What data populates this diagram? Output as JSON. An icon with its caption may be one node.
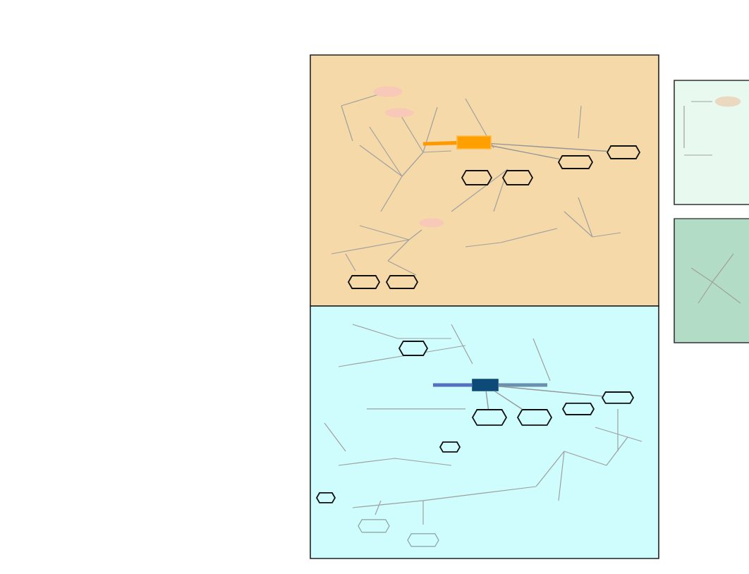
{
  "diagram": {
    "nodes": [
      {
        "text": [],
        "shape": "box"
      },
      {
        "text": [],
        "shape": "box"
      },
      {
        "text": [],
        "shape": "box"
      },
      {
        "text": [],
        "shape": "box"
      },
      {
        "text": [],
        "shape": "box",
        "in": 0
      },
      {
        "text": [],
        "shape": "ellipse",
        "in": 0
      },
      {
        "text": [],
        "shape": "ellipse",
        "in": 0
      },
      {
        "text": [],
        "shape": "ellipse",
        "in": 0
      },
      {
        "text": [],
        "shape": "hexagon",
        "in": 0
      },
      {
        "text": [],
        "shape": "hexagon",
        "in": 0
      },
      {
        "text": [],
        "shape": "hexagon",
        "in": 0
      },
      {
        "text": [],
        "shape": "hexagon",
        "in": 0
      },
      {
        "text": [],
        "shape": "hexagon",
        "in": 0
      },
      {
        "text": [],
        "shape": "hexagon",
        "in": 0
      },
      {
        "text": [],
        "shape": "box",
        "in": 1
      },
      {
        "text": [],
        "shape": "hexagon",
        "in": 1
      },
      {
        "text": [],
        "shape": "hexagon",
        "in": 1
      },
      {
        "text": [],
        "shape": "hexagon",
        "in": 1
      },
      {
        "text": [],
        "shape": "hexagon",
        "in": 1
      },
      {
        "text": [],
        "shape": "hexagon",
        "in": 1
      },
      {
        "text": [],
        "shape": "hexagon",
        "in": 1
      },
      {
        "text": [],
        "shape": "hexagon",
        "in": 1
      },
      {
        "text": [],
        "shape": "hexagon",
        "in": 1
      },
      {
        "text": [],
        "shape": "hexagon",
        "in": 1
      },
      {
        "text": [],
        "shape": "ellipse",
        "in": 2
      }
    ],
    "edges": [
      {
        "from": null,
        "to": 4,
        "arrow": "none",
        "style": "thick",
        "color": "#ff9900"
      },
      {
        "from": 4,
        "to": 11,
        "arrow": "none"
      },
      {
        "from": 4,
        "to": 10,
        "arrow": "none"
      },
      {
        "from": null,
        "to": 14,
        "arrow": "none",
        "style": "thick",
        "color": "#5570c0"
      },
      {
        "from": 14,
        "to": null,
        "arrow": "none",
        "style": "thick",
        "color": "#6a90b0"
      },
      {
        "from": 14,
        "to": 19,
        "arrow": "none"
      },
      {
        "from": 14,
        "to": 16,
        "arrow": "none"
      },
      {
        "from": 14,
        "to": 17,
        "arrow": "none"
      }
    ]
  }
}
